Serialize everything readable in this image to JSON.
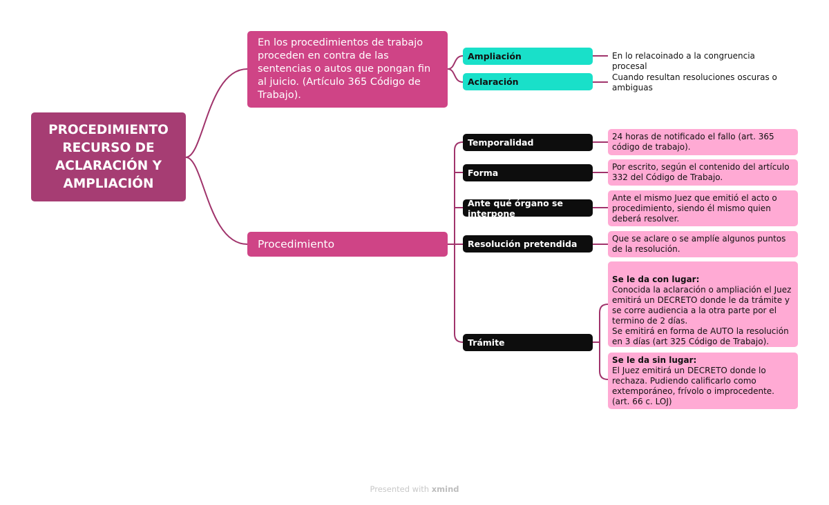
{
  "root": {
    "title": "PROCEDIMIENTO RECURSO DE ACLARACIÓN Y AMPLIACIÓN"
  },
  "branch1": {
    "text": "En los procedimientos de trabajo proceden en contra de las sentencias o autos que pongan fin al juicio. (Artículo 365 Código de Trabajo).",
    "children": [
      {
        "label": "Ampliación",
        "detail": "En lo relacoinado a la congruencia procesal"
      },
      {
        "label": "Aclaración",
        "detail": "Cuando resultan resoluciones oscuras o ambiguas"
      }
    ]
  },
  "branch2": {
    "text": "Procedimiento",
    "children": [
      {
        "label": "Temporalidad",
        "detail": "24 horas de notificado el fallo (art. 365 código de trabajo)."
      },
      {
        "label": "Forma",
        "detail": "Por escrito, según el contenido del artículo 332 del Código de Trabajo."
      },
      {
        "label": "Ante qué órgano se interpone",
        "detail": "Ante el mismo Juez que emitió el acto o procedimiento, siendo él mismo quien deberá resolver."
      },
      {
        "label": "Resolución pretendida",
        "detail": "Que se aclare o se amplíe algunos puntos de la resolución."
      },
      {
        "label": "Trámite"
      }
    ],
    "tramite": [
      {
        "heading": "Se le da con lugar:",
        "body": "Conocida la aclaración o ampliación el Juez emitirá un DECRETO donde le da trámite y se corre audiencia a la otra parte por el termino de 2 días.\nSe emitirá en forma de AUTO la resolución en 3 días (art 325 Código de Trabajo)."
      },
      {
        "heading": "Se le da sin lugar:",
        "body": "El Juez emitirá un DECRETO donde lo rechaza. Pudiendo calificarlo como extemporáneo, frívolo o improcedente. (art. 66 c. LOJ)"
      }
    ]
  },
  "footer": {
    "prefix": "Presented with",
    "brand": "xmind"
  },
  "colors": {
    "root": "#a63d73",
    "branch": "#cf4486",
    "teal": "#19e0c9",
    "black": "#0d0d0d",
    "pink": "#ffaad4",
    "line": "#a0336b"
  }
}
